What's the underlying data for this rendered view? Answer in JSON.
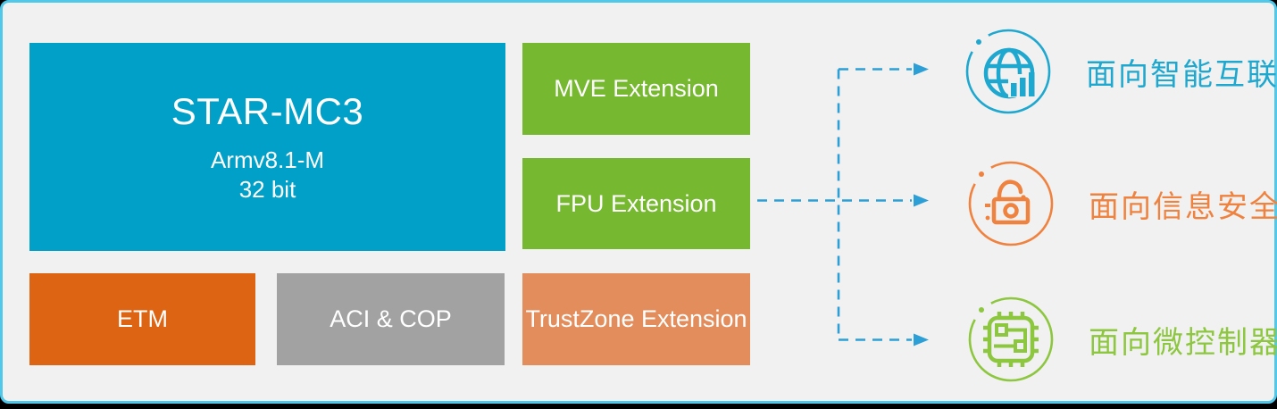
{
  "diagram": {
    "core": {
      "title": "STAR-MC3",
      "arch": "Armv8.1-M",
      "bits": "32 bit"
    },
    "extensions": [
      {
        "id": "mve",
        "label": "MVE Extension",
        "color": "#76b82f"
      },
      {
        "id": "fpu",
        "label": "FPU Extension",
        "color": "#76b82f"
      },
      {
        "id": "trustzone",
        "label": "TrustZone Extension",
        "color": "#e28d5b"
      }
    ],
    "coprocessors": [
      {
        "id": "etm",
        "label": "ETM",
        "color": "#dd6412"
      },
      {
        "id": "aci-cop",
        "label": "ACI & COP",
        "color": "#a3a2a2"
      }
    ],
    "targets": [
      {
        "icon": "globe-analytics-icon",
        "label": "面向智能互联",
        "color": "#1ea7cf"
      },
      {
        "icon": "open-lock-icon",
        "label": "面向信息安全",
        "color": "#f0823f"
      },
      {
        "icon": "chip-icon",
        "label": "面向微控制器",
        "color": "#8dc63f"
      }
    ],
    "colors": {
      "core_cyan": "#00a0c8",
      "slide_background": "#f1f1f1",
      "slide_border": "#4fc8ea",
      "arrow_blue": "#2b9fd6",
      "text_white": "#ffffff"
    }
  }
}
